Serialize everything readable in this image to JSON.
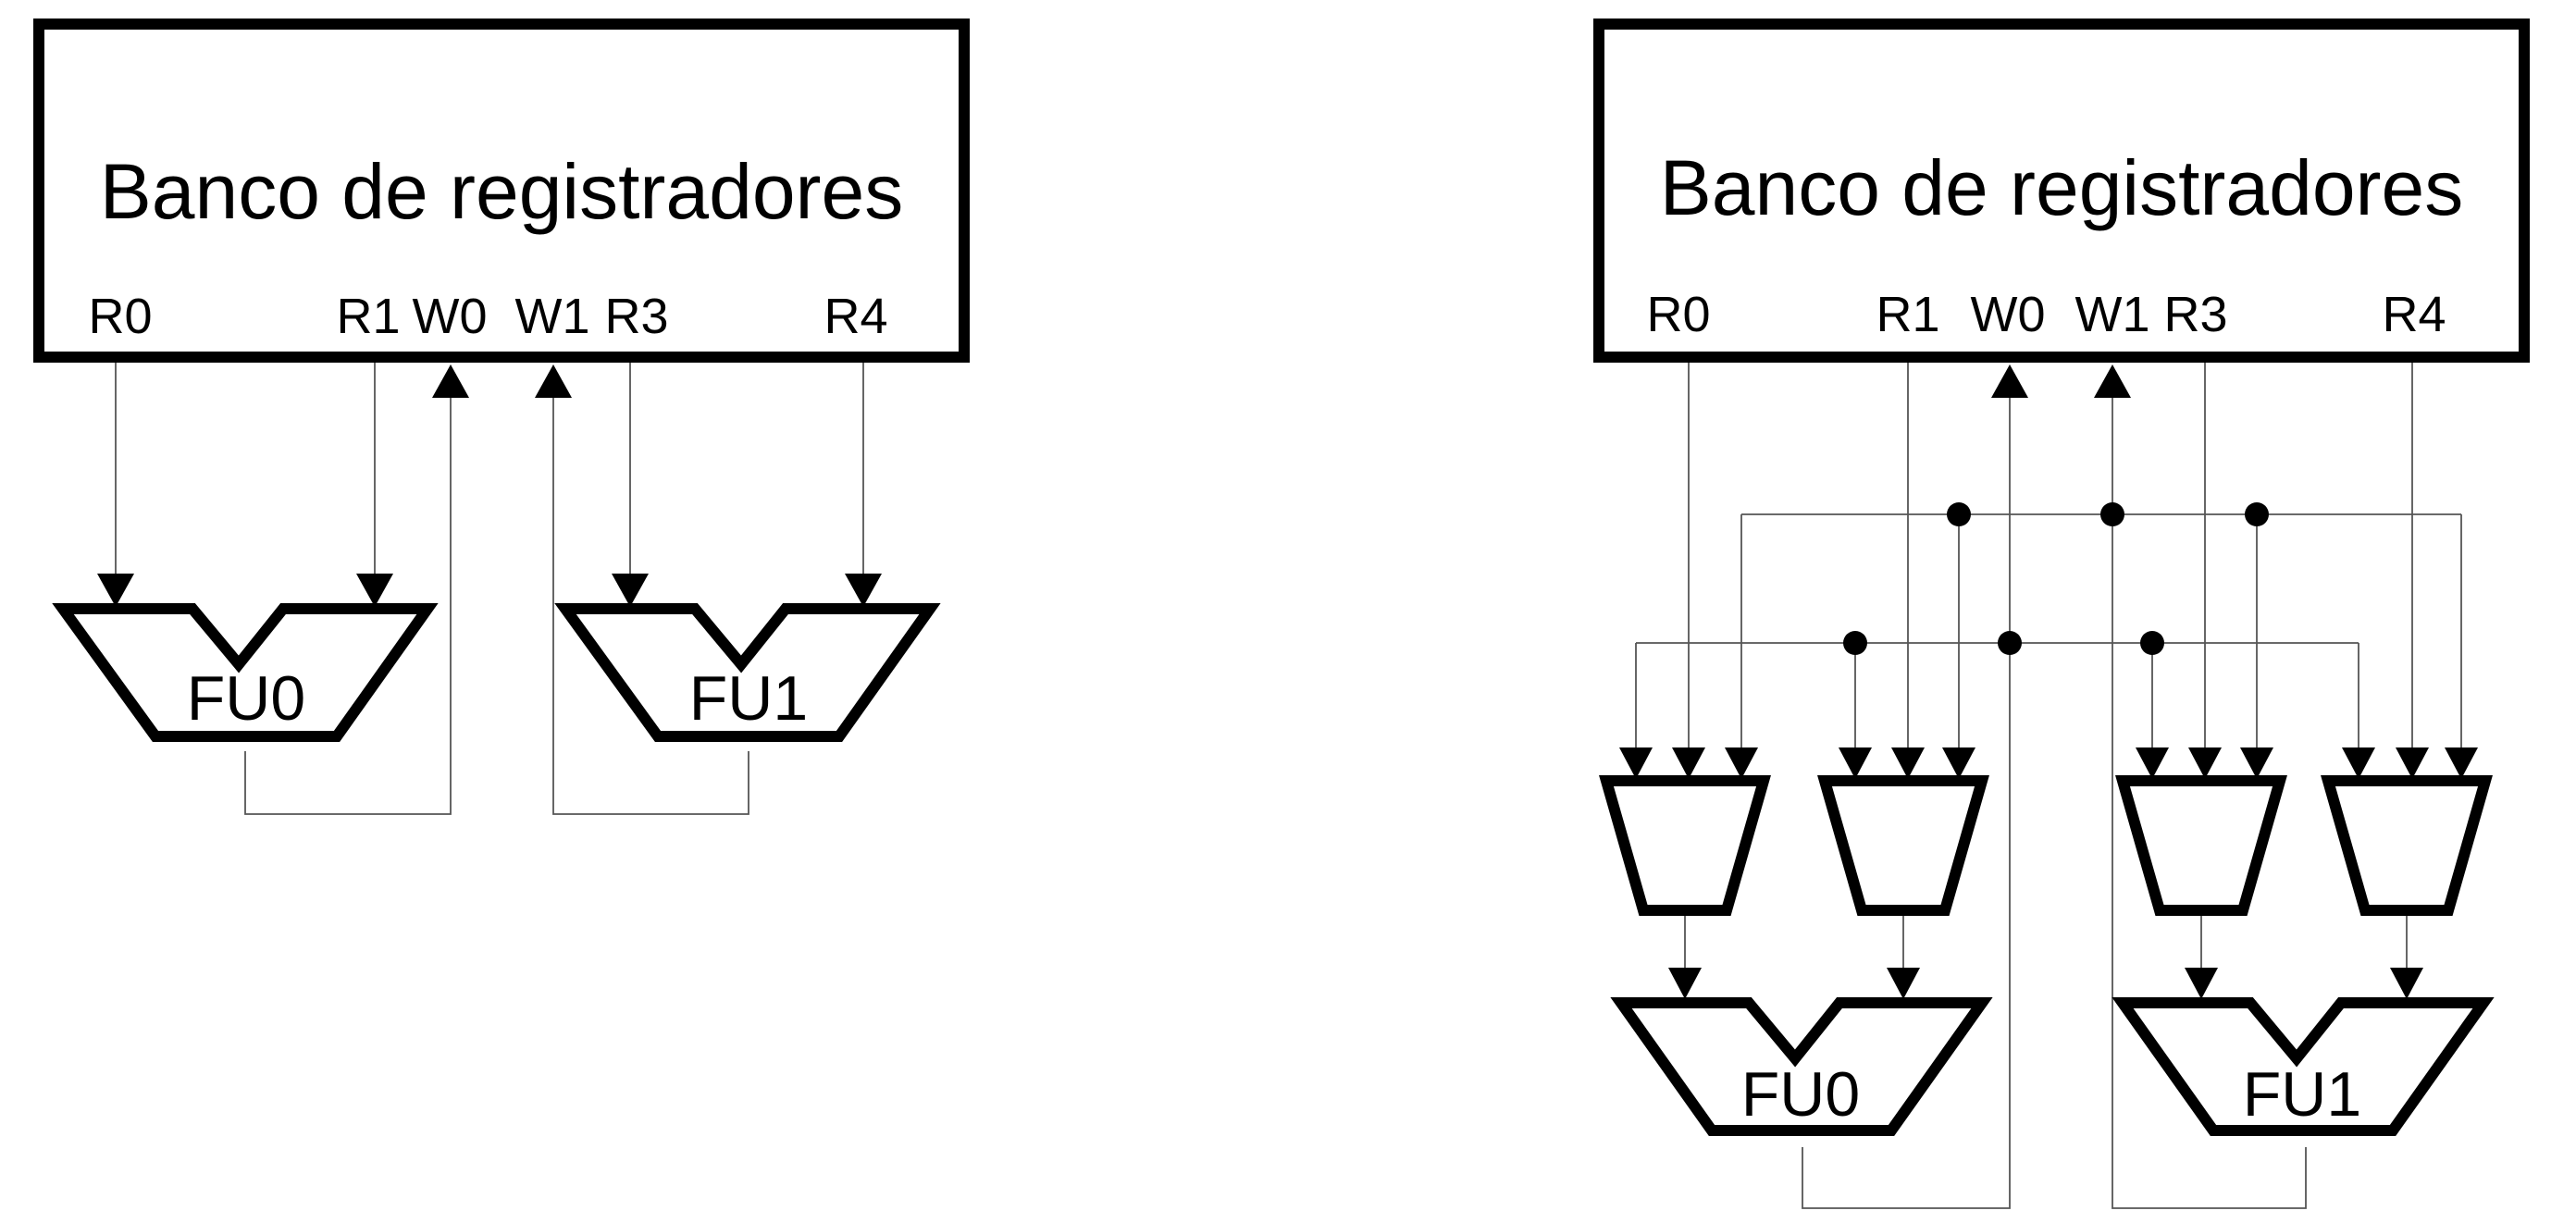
{
  "left": {
    "bank_title": "Banco de registradores",
    "ports": {
      "r0": "R0",
      "r1": "R1",
      "w0": "W0",
      "w1": "W1",
      "r3": "R3",
      "r4": "R4"
    },
    "fu0": "FU0",
    "fu1": "FU1"
  },
  "right": {
    "bank_title": "Banco de registradores",
    "ports": {
      "r0": "R0",
      "r1": "R1",
      "w0": "W0",
      "w1": "W1",
      "r3": "R3",
      "r4": "R4"
    },
    "fu0": "FU0",
    "fu1": "FU1"
  }
}
